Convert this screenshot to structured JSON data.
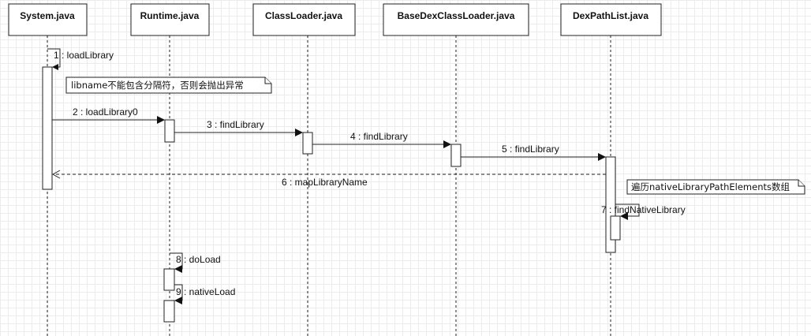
{
  "participants": [
    {
      "id": "system",
      "label": "System.java"
    },
    {
      "id": "runtime",
      "label": "Runtime.java"
    },
    {
      "id": "classloader",
      "label": "ClassLoader.java"
    },
    {
      "id": "basedex",
      "label": "BaseDexClassLoader.java"
    },
    {
      "id": "dexpath",
      "label": "DexPathList.java"
    }
  ],
  "messages": [
    {
      "id": "m1",
      "label": "1 : loadLibrary",
      "from": "system",
      "to": "system",
      "kind": "self"
    },
    {
      "id": "m2",
      "label": "2 : loadLibrary0",
      "from": "system",
      "to": "runtime",
      "kind": "sync"
    },
    {
      "id": "m3",
      "label": "3 : findLibrary",
      "from": "runtime",
      "to": "classloader",
      "kind": "sync"
    },
    {
      "id": "m4",
      "label": "4 : findLibrary",
      "from": "classloader",
      "to": "basedex",
      "kind": "sync"
    },
    {
      "id": "m5",
      "label": "5 : findLibrary",
      "from": "basedex",
      "to": "dexpath",
      "kind": "sync"
    },
    {
      "id": "m6",
      "label": "6 : mapLibraryName",
      "from": "dexpath",
      "to": "system",
      "kind": "return"
    },
    {
      "id": "m7",
      "label": "7 : findNativeLibrary",
      "from": "dexpath",
      "to": "dexpath",
      "kind": "self"
    },
    {
      "id": "m8",
      "label": "8 : doLoad",
      "from": "runtime",
      "to": "runtime",
      "kind": "self"
    },
    {
      "id": "m9",
      "label": "9 : nativeLoad",
      "from": "runtime",
      "to": "runtime",
      "kind": "self"
    }
  ],
  "notes": [
    {
      "id": "n1",
      "text": "libname不能包含分隔符，否则会抛出异常"
    },
    {
      "id": "n2",
      "text": "遍历nativeLibraryPathElements数组"
    }
  ]
}
